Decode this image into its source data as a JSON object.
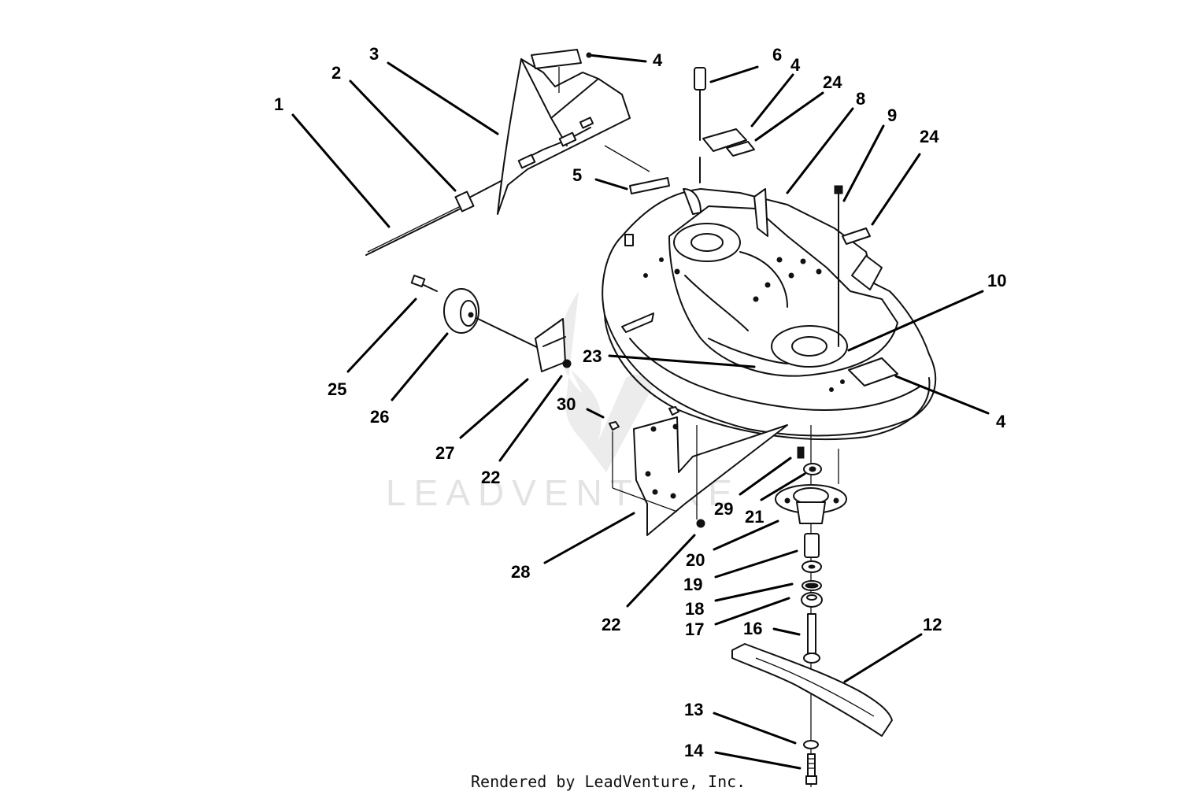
{
  "watermark": {
    "text": "LEADVENTURE"
  },
  "credit": {
    "text": "Rendered by LeadVenture, Inc."
  },
  "callouts": [
    {
      "name": "callout-1",
      "label": "1"
    },
    {
      "name": "callout-2",
      "label": "2"
    },
    {
      "name": "callout-3",
      "label": "3"
    },
    {
      "name": "callout-4-chute-decal",
      "label": "4"
    },
    {
      "name": "callout-6",
      "label": "6"
    },
    {
      "name": "callout-4-top-decal",
      "label": "4"
    },
    {
      "name": "callout-24-top",
      "label": "24"
    },
    {
      "name": "callout-8",
      "label": "8"
    },
    {
      "name": "callout-9",
      "label": "9"
    },
    {
      "name": "callout-24-right",
      "label": "24"
    },
    {
      "name": "callout-5",
      "label": "5"
    },
    {
      "name": "callout-10",
      "label": "10"
    },
    {
      "name": "callout-23",
      "label": "23"
    },
    {
      "name": "callout-4-deck-decal",
      "label": "4"
    },
    {
      "name": "callout-25",
      "label": "25"
    },
    {
      "name": "callout-26",
      "label": "26"
    },
    {
      "name": "callout-27",
      "label": "27"
    },
    {
      "name": "callout-22-bracket",
      "label": "22"
    },
    {
      "name": "callout-30",
      "label": "30"
    },
    {
      "name": "callout-29",
      "label": "29"
    },
    {
      "name": "callout-21",
      "label": "21"
    },
    {
      "name": "callout-20",
      "label": "20"
    },
    {
      "name": "callout-28",
      "label": "28"
    },
    {
      "name": "callout-19",
      "label": "19"
    },
    {
      "name": "callout-18",
      "label": "18"
    },
    {
      "name": "callout-17",
      "label": "17"
    },
    {
      "name": "callout-16",
      "label": "16"
    },
    {
      "name": "callout-12",
      "label": "12"
    },
    {
      "name": "callout-22-lower",
      "label": "22"
    },
    {
      "name": "callout-13",
      "label": "13"
    },
    {
      "name": "callout-14",
      "label": "14"
    }
  ]
}
